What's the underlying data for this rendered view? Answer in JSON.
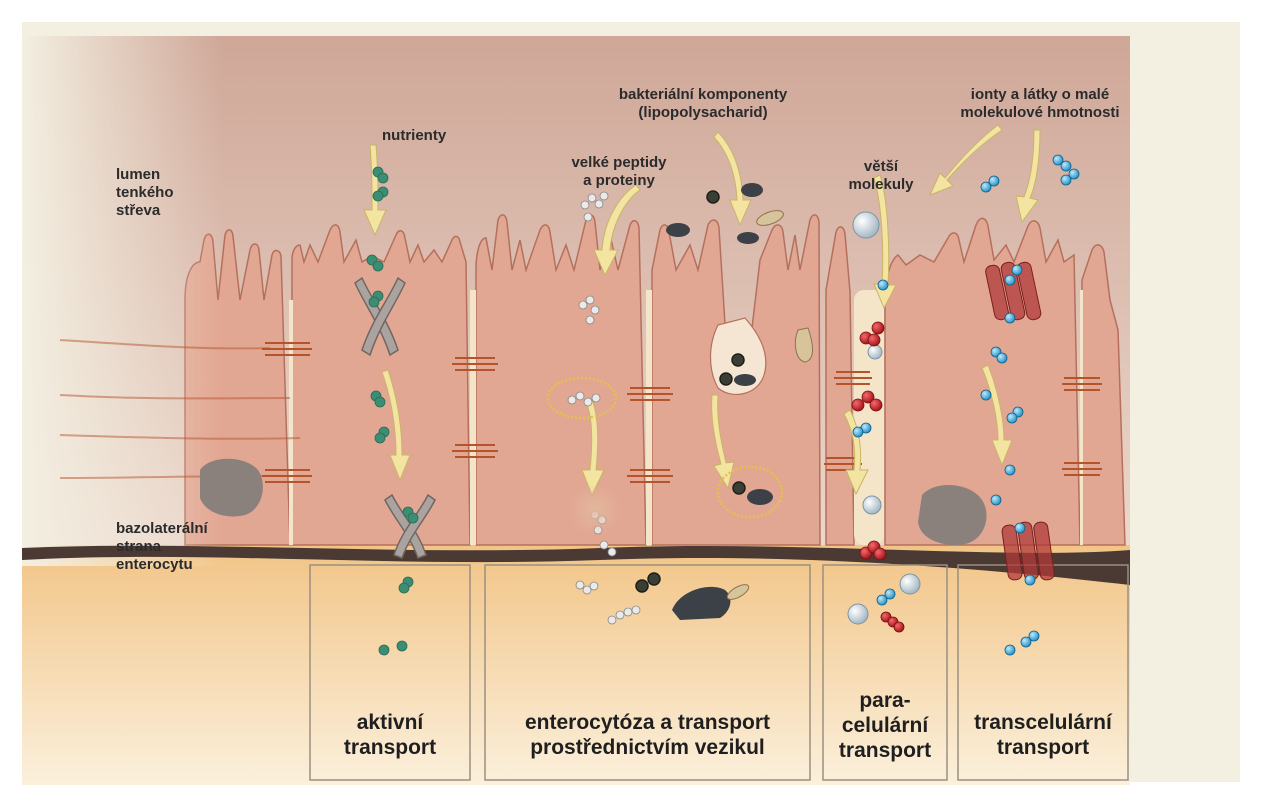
{
  "labels": {
    "lumen": [
      "lumen",
      "tenkého",
      "střeva"
    ],
    "basolateral": [
      "bazolaterální",
      "strana",
      "enterocytu"
    ],
    "nutrients": "nutrienty",
    "peptides": [
      "velké peptidy",
      "a proteiny"
    ],
    "bacterial": [
      "bakteriální komponenty",
      "(lipopolysacharid)"
    ],
    "larger": [
      "větší",
      "molekuly"
    ],
    "ions": [
      "ionty a látky o malé",
      "molekulové hmotnosti"
    ]
  },
  "panels": {
    "active": [
      "aktivní",
      "transport"
    ],
    "vesicle": [
      "enterocytóza a transport",
      "prostřednictvím vezikul"
    ],
    "para": [
      "para-",
      "celulární",
      "transport"
    ],
    "trans": [
      "transcelulární",
      "transport"
    ]
  },
  "colors": {
    "frame_bg": "#f3efe1",
    "lumen": "#d9b6a3",
    "cell": "#e2a793",
    "cell_edge": "#b4705d",
    "basement": "#4a3a33",
    "serosa": "#f7d9a8",
    "arrow": "#f4e4a1",
    "nutrient": "#3b8d73",
    "ion": "#3aa7d8",
    "red_particle": "#c41f26",
    "bacteria": "#3b4147",
    "junction": "#b5532b",
    "transporter": "#b03a3a"
  },
  "icons": [
    "nutrient-particle",
    "ion-particle",
    "large-molecule-sphere",
    "bacterium-icon",
    "peptide-chain",
    "vesicle",
    "carrier-protein",
    "channel-protein",
    "tight-junction"
  ]
}
